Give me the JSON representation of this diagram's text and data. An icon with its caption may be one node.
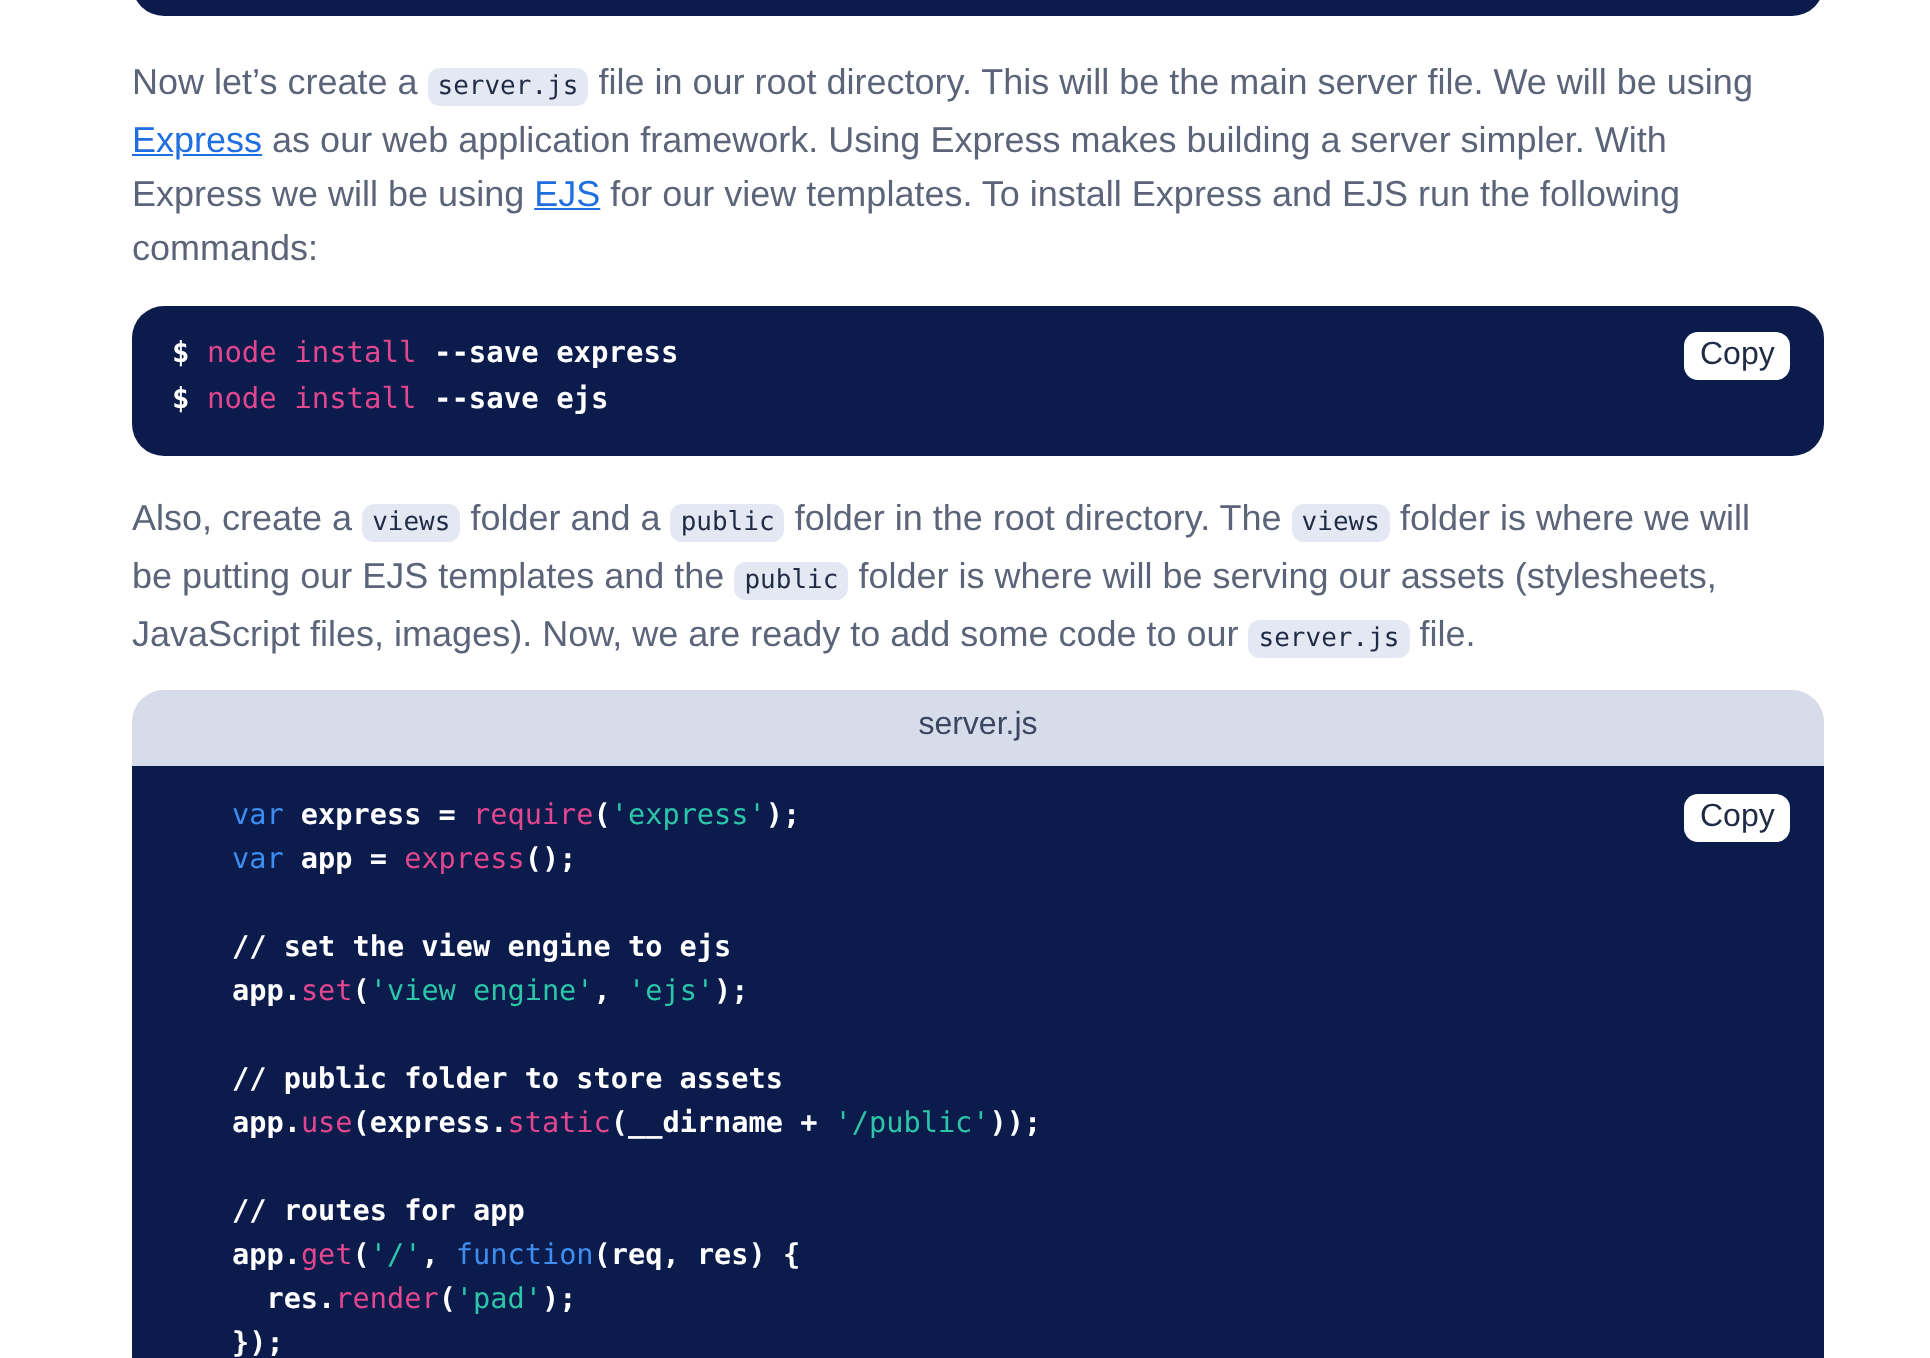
{
  "diagram": {
    "labels": [
      "Now let’s create a",
      "server.js",
      "file in our root directory. This will be the main server file. We will be using",
      "Express",
      "as our web application framework. Using Express makes building a server simpler. With Express we will be using",
      "EJS",
      "for our view templates. To install Express and EJS run the following commands:",
      "$ node install --save express",
      "$ node install --save ejs",
      "Copy",
      "Also, create a",
      "views",
      "folder and a",
      "public",
      "folder in the root directory. The",
      "views",
      "folder is where we will be putting our EJS templates and the",
      "public",
      "folder is where will be serving our assets (stylesheets, JavaScript files, images). Now, we are ready to add some code to our",
      "server.js",
      "file.",
      "server.js",
      "var express = require('express');",
      "Copy",
      "var app = express();",
      "// set the view engine to ejs",
      "app.set('view engine', 'ejs');",
      "// public folder to store assets",
      "app.use(express.static(__dirname + '/public'));",
      "// routes for app",
      "app.get('/', function(req, res) {",
      "  res.render('pad');",
      "});"
    ]
  }
}
